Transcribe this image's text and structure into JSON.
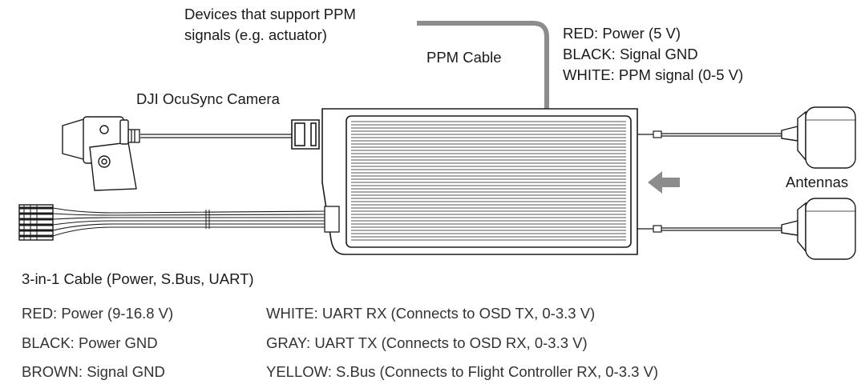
{
  "labels": {
    "ppm_devices_line1": "Devices that support PPM",
    "ppm_devices_line2": "signals (e.g. actuator)",
    "ppm_cable": "PPM Cable",
    "ppm_wires": [
      "RED: Power (5 V)",
      "BLACK: Signal GND",
      "WHITE: PPM signal (0-5 V)"
    ],
    "camera": "DJI OcuSync Camera",
    "antennas": "Antennas"
  },
  "legend": {
    "title": "3-in-1 Cable (Power, S.Bus, UART)",
    "left": [
      "RED: Power (9-16.8 V)",
      "BLACK: Power GND",
      "BROWN: Signal GND"
    ],
    "right": [
      "WHITE: UART RX (Connects to OSD TX, 0-3.3 V)",
      "GRAY: UART TX (Connects to OSD RX, 0-3.3 V)",
      "YELLOW: S.Bus (Connects to Flight Controller RX, 0-3.3 V)"
    ]
  },
  "colors": {
    "line": "#1a1a1a",
    "ppm_cable": "#8c8c8c",
    "arrow": "#8c8c8c"
  }
}
